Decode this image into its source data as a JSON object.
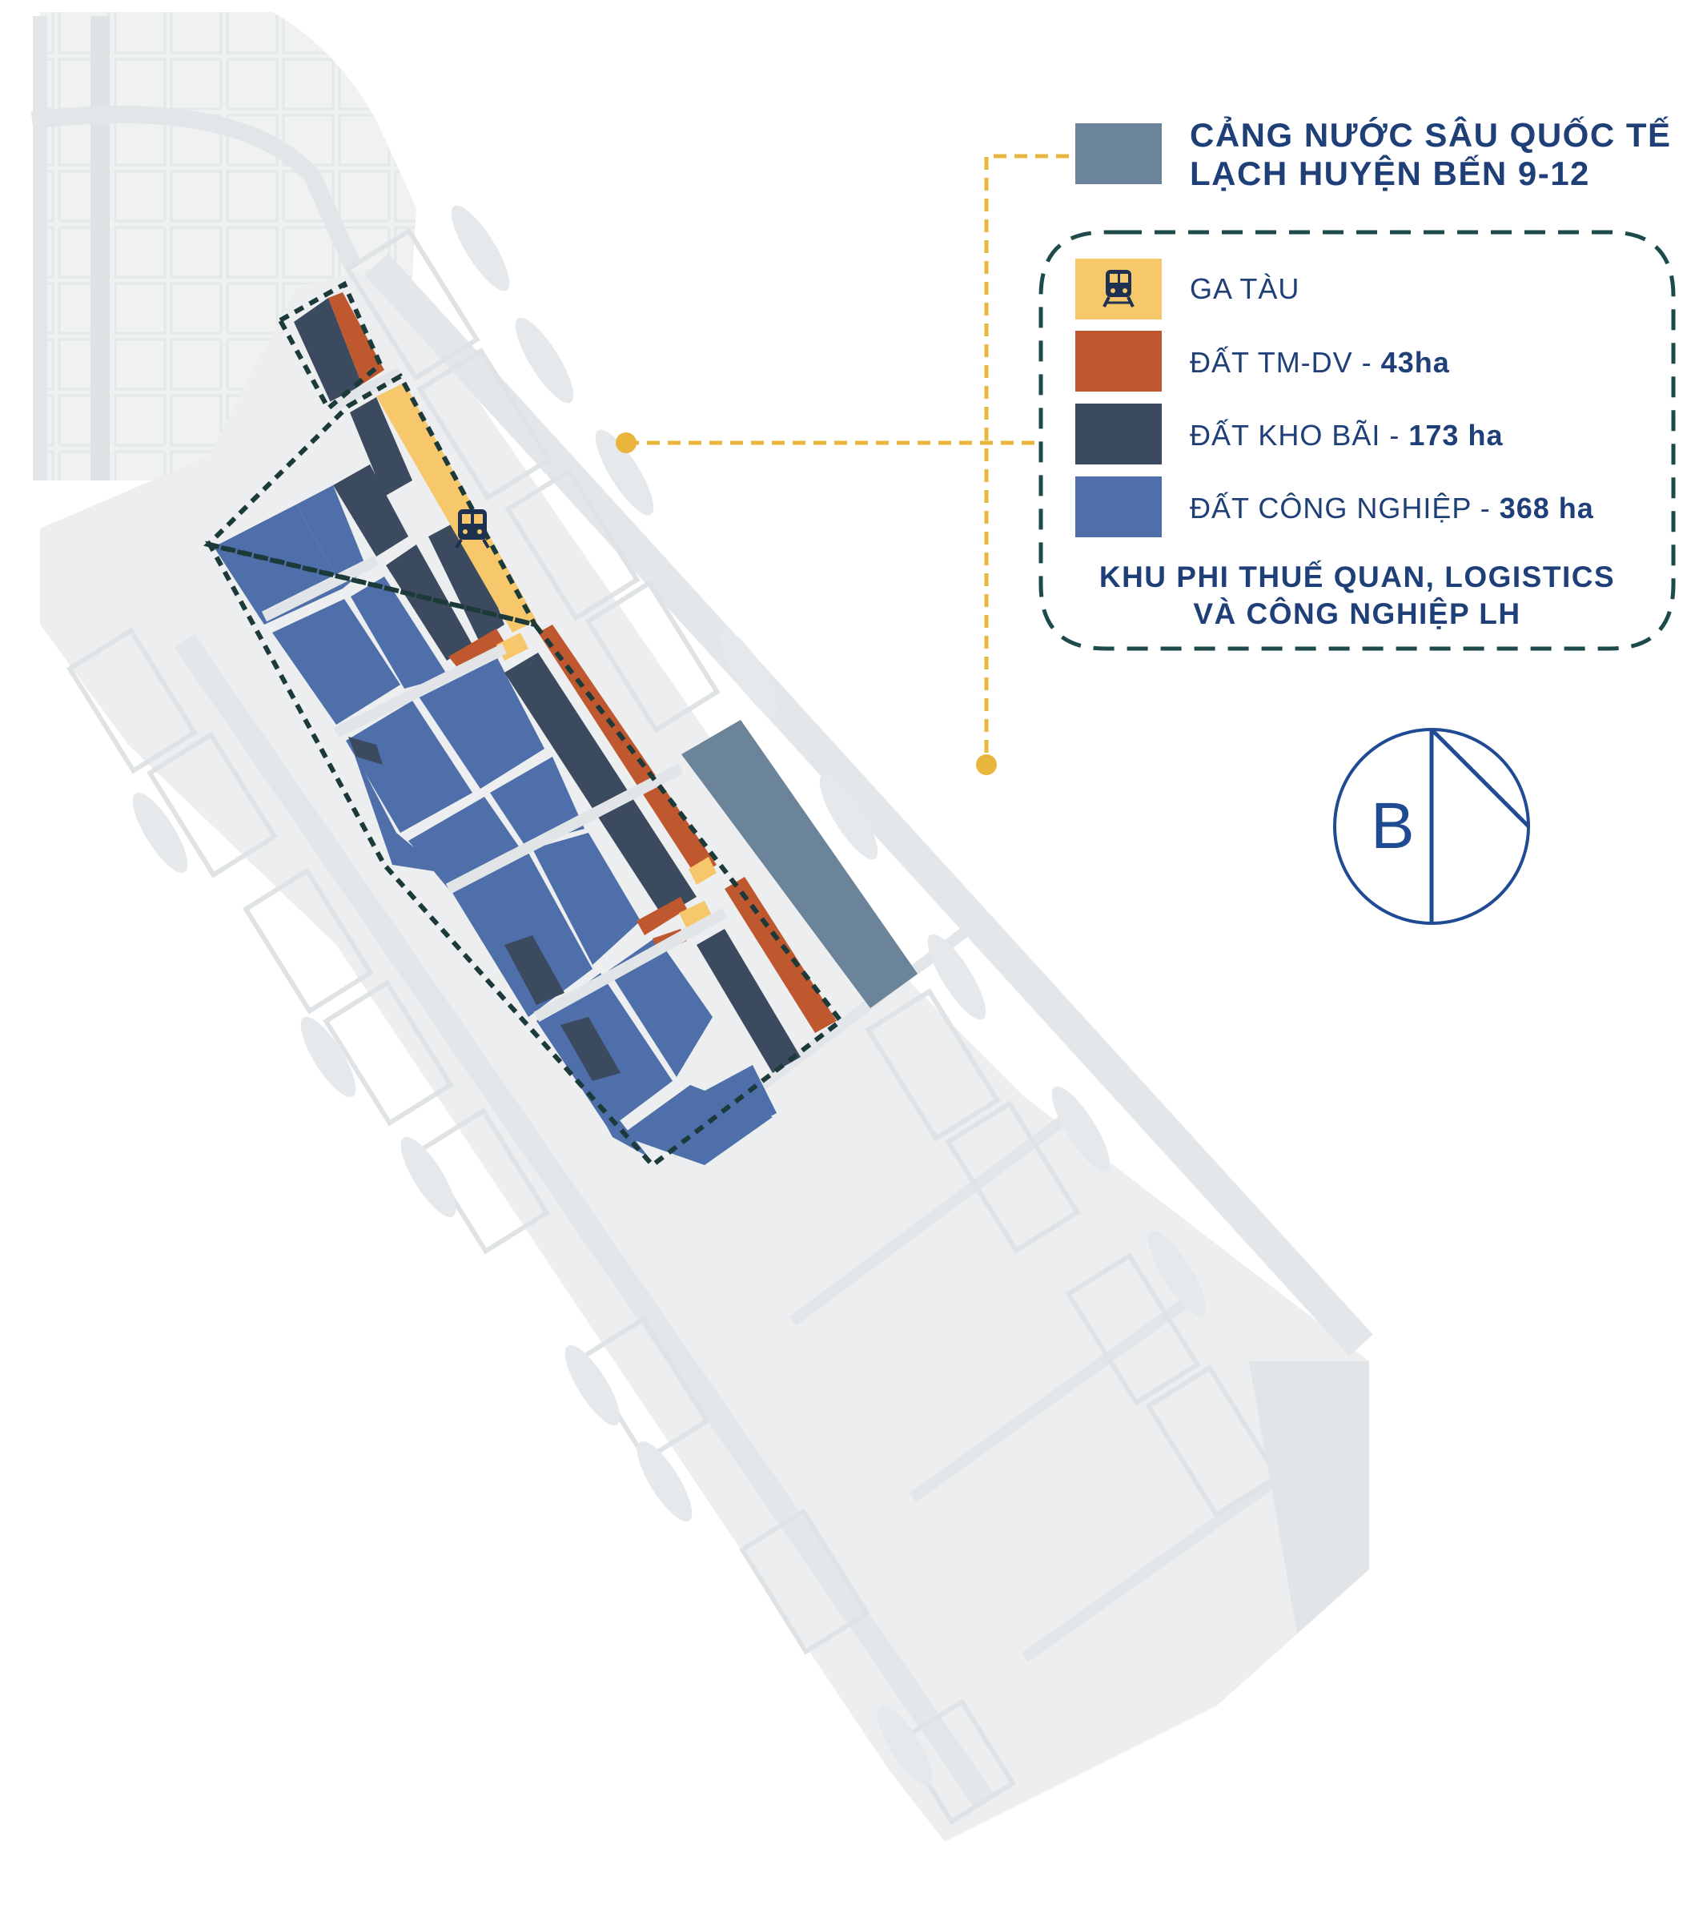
{
  "legend": {
    "port_title_line1": "CẢNG NƯỚC SÂU QUỐC TẾ",
    "port_title_line2": "LẠCH HUYỆN BẾN 9-12",
    "items": [
      {
        "label": "GA TÀU",
        "value": "",
        "color": "#f6c76b",
        "icon": "train-icon"
      },
      {
        "label": "ĐẤT TM-DV - ",
        "value": "43ha",
        "color": "#c0582f"
      },
      {
        "label": "ĐẤT KHO BÃI - ",
        "value": "173 ha",
        "color": "#3b4a5e"
      },
      {
        "label": "ĐẤT CÔNG NGHIỆP - ",
        "value": "368 ha",
        "color": "#4e6fa9"
      }
    ],
    "zone_line1": "KHU PHI THUẾ QUAN, LOGISTICS",
    "zone_line2": "VÀ CÔNG NGHIỆP LH"
  },
  "compass": {
    "letter": "B"
  },
  "colors": {
    "port": "#6b8499",
    "leader": "#e9b53d",
    "text": "#1f3f78",
    "zone_border": "#1d4a4a",
    "basemap": "#eceeef"
  }
}
